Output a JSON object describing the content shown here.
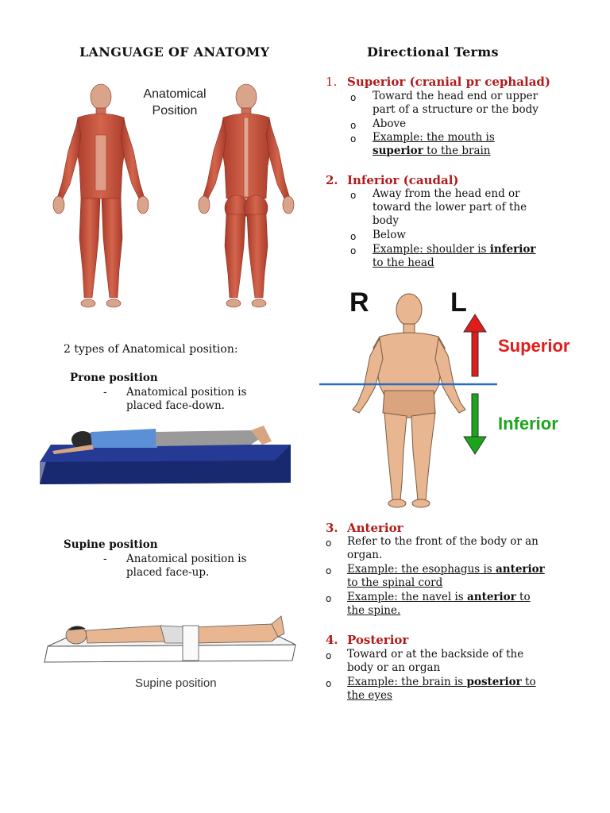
{
  "left": {
    "title": "LANGUAGE OF ANATOMY",
    "figure_label_line1": "Anatomical",
    "figure_label_line2": "Position",
    "types_heading": "2 types of Anatomical position:",
    "prone": {
      "heading": "Prone position",
      "dash": "-",
      "line1": "Anatomical position is",
      "line2": "placed face-down."
    },
    "supine": {
      "heading": "Supine position",
      "dash": "-",
      "line1": "Anatomical position is",
      "line2": "placed face-up.",
      "caption": "Supine position"
    }
  },
  "right": {
    "title": "Directional Terms",
    "bullet_glyph": "o",
    "superior": {
      "number": "1.",
      "heading": "Superior (cranial pr cephalad)",
      "b1_l1": "Toward the head end or upper",
      "b1_l2": "part of a structure or the body",
      "b2": "Above",
      "ex_l1": "Example: the mouth is",
      "ex_l2_bold": "superior",
      "ex_l2_rest": " to the brain"
    },
    "inferior": {
      "number": "2.",
      "heading": "Inferior (caudal)",
      "b1_l1": "Away from the head end or",
      "b1_l2": "toward the lower part of the",
      "b1_l3": "body",
      "b2": "Below",
      "ex_l1_pre": "Example: shoulder is ",
      "ex_l1_bold": "inferior",
      "ex_l2": "to the head"
    },
    "diagram": {
      "r": "R",
      "l": "L",
      "superior_label": "Superior",
      "inferior_label": "Inferior"
    },
    "anterior": {
      "number": "3.",
      "heading": "Anterior",
      "b1_l1": "Refer to the front of the body or an",
      "b1_l2": "organ.",
      "ex1_l1_pre": "Example: the esophagus is ",
      "ex1_l1_bold": "anterior",
      "ex1_l2": "to the spinal cord",
      "ex2_l1_pre": "Example: the navel is ",
      "ex2_l1_bold": "anterior",
      "ex2_l1_post": " to",
      "ex2_l2": "the spine."
    },
    "posterior": {
      "number": "4.",
      "heading": "Posterior",
      "b1_l1": "Toward or at the backside of the",
      "b1_l2": "body or an organ",
      "ex_l1_pre": "Example: the brain is ",
      "ex_l1_bold": "posterior",
      "ex_l1_post": " to",
      "ex_l2": "the eyes"
    }
  },
  "colors": {
    "heading_red": "#b31b1b",
    "arrow_red": "#e21b1b",
    "arrow_green": "#1aa51a",
    "muscle": "#c8503c",
    "skin": "#e8b690",
    "mattress": "#1c2f7a"
  }
}
